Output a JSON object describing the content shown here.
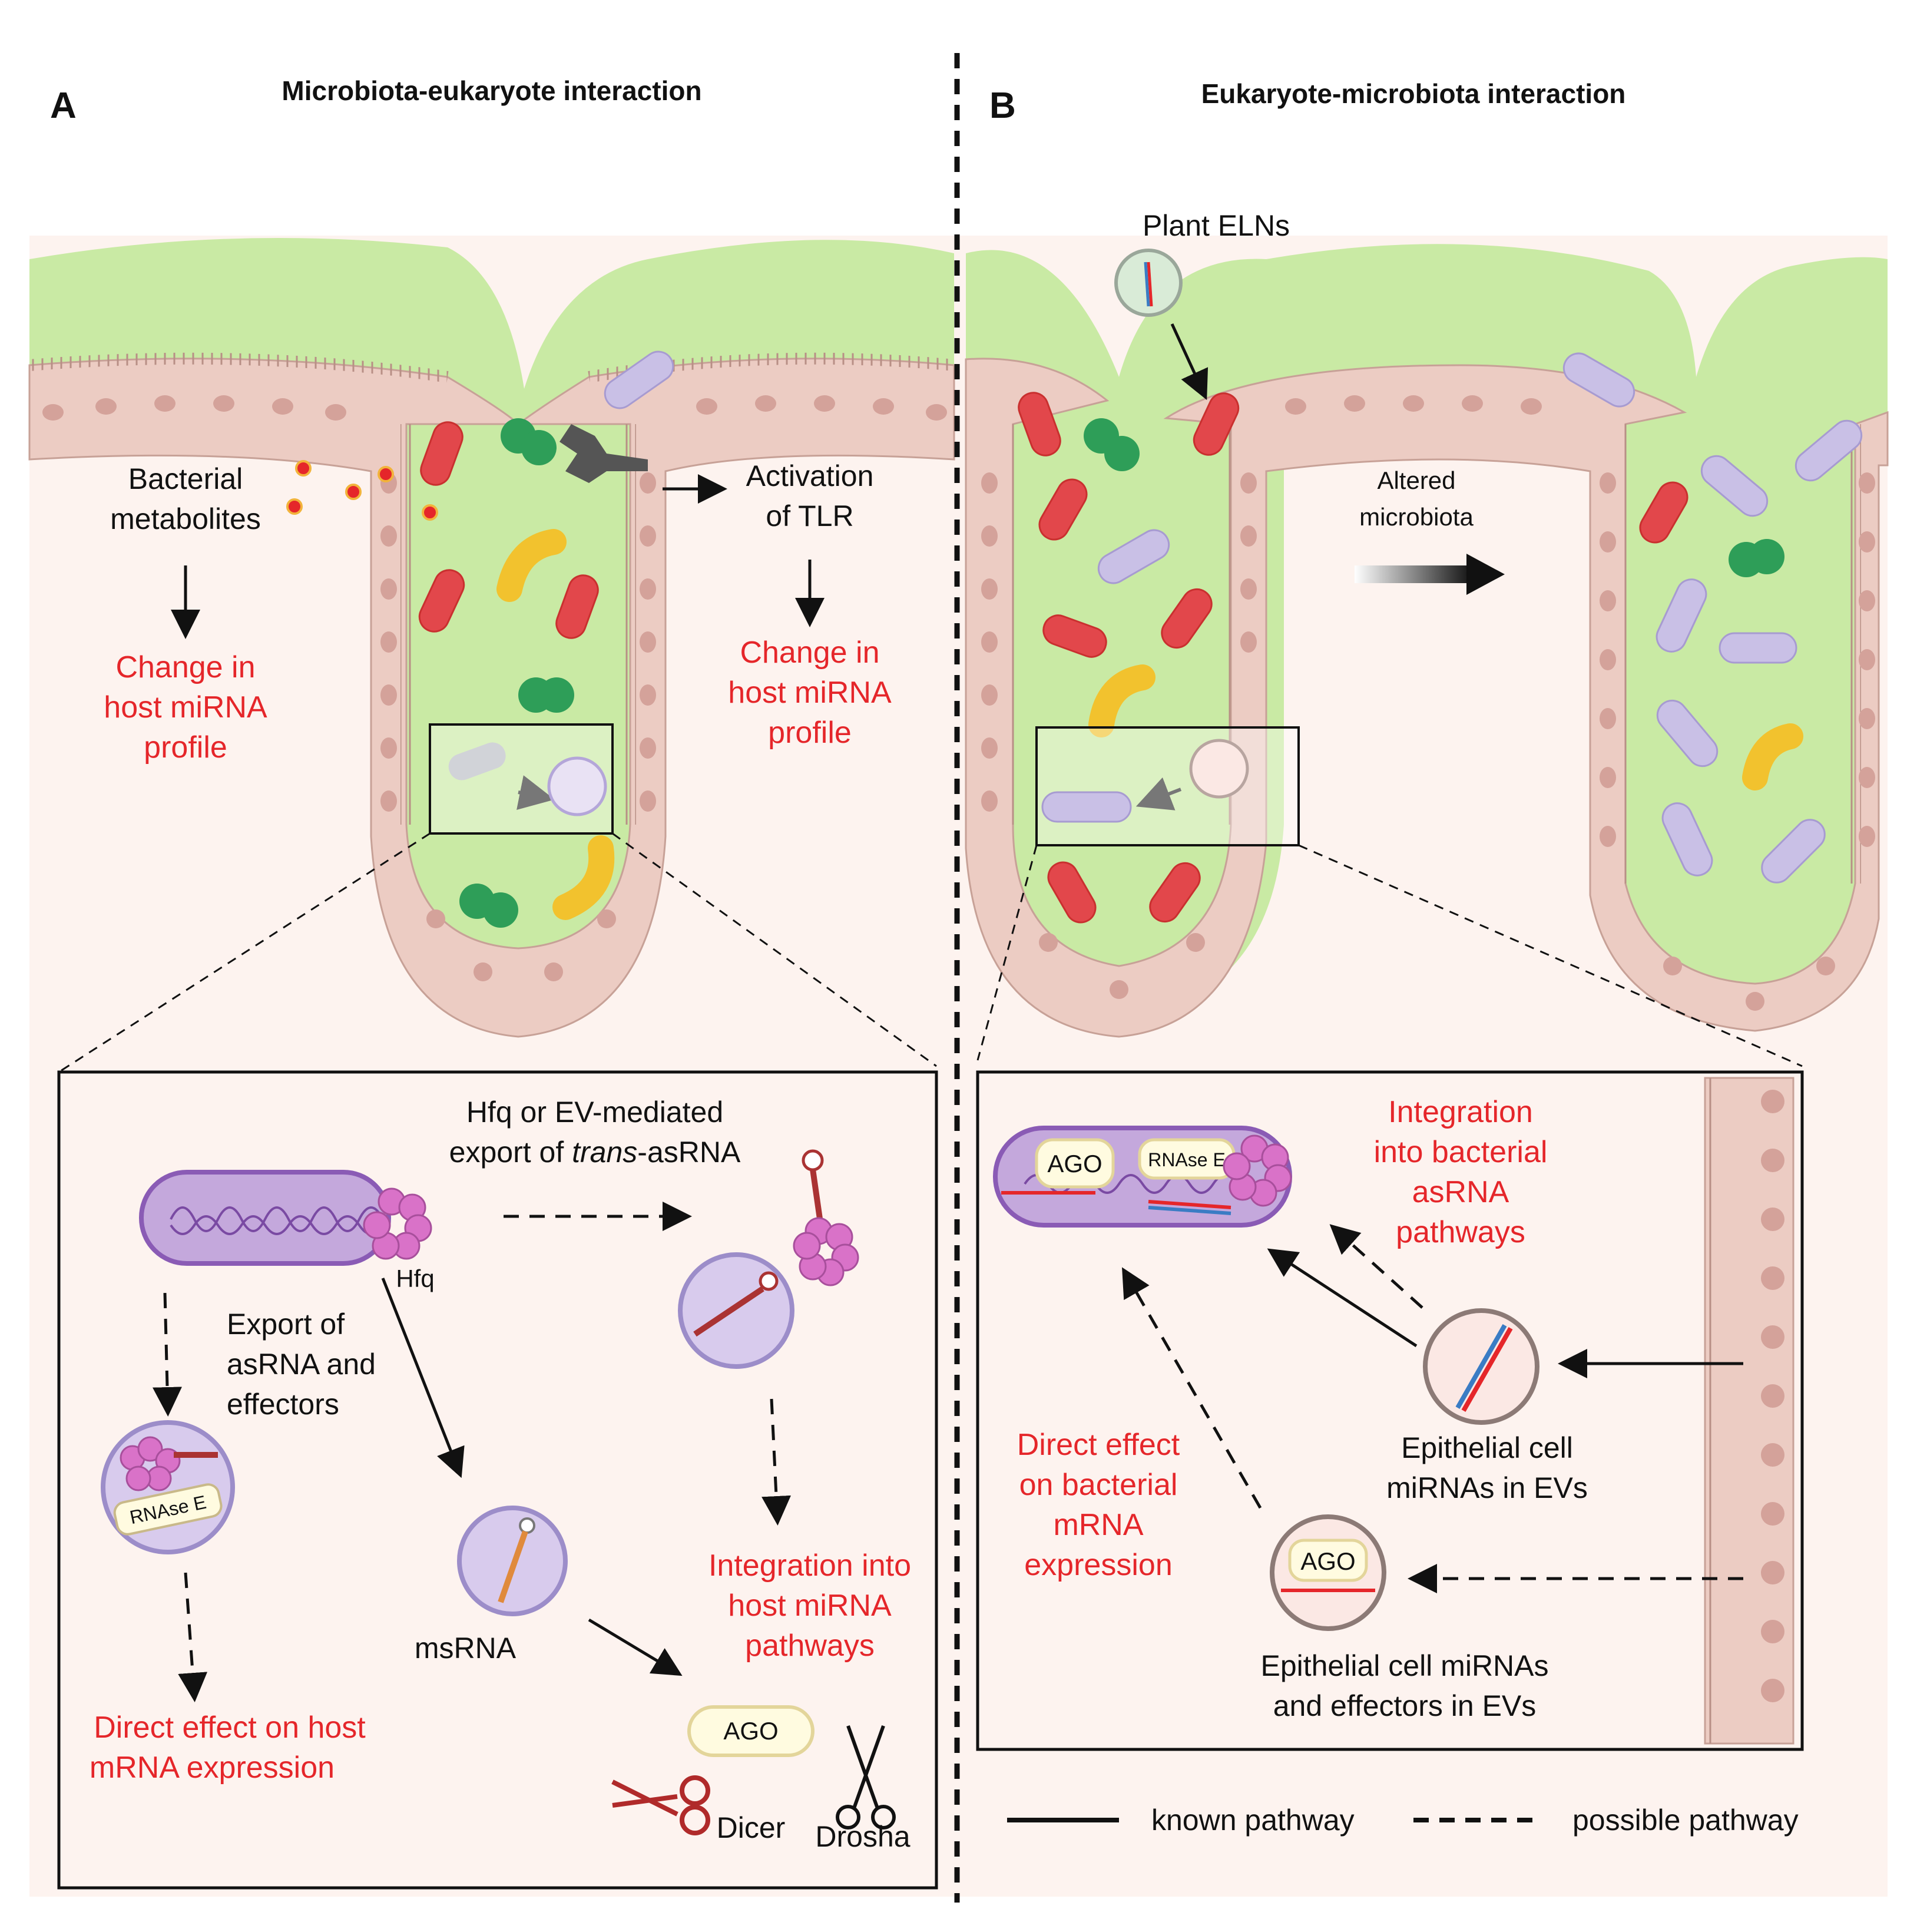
{
  "panel_a": {
    "letter": "A",
    "title": "Microbiota-eukaryote interaction",
    "metabolites": [
      "Bacterial",
      "metabolites"
    ],
    "metabolites_effect": [
      "Change in",
      "host miRNA",
      "profile"
    ],
    "tlr": [
      "Activation",
      "of TLR"
    ],
    "tlr_effect": [
      "Change in",
      "host miRNA",
      "profile"
    ],
    "inset": {
      "hfq_export": [
        "Hfq or EV-mediated"
      ],
      "hfq_export_line2_prefix": "export of ",
      "hfq_export_line2_italic": "trans",
      "hfq_export_line2_suffix": "-asRNA",
      "hfq_label": "Hfq",
      "export_asrna": [
        "Export of",
        "asRNA and",
        "effectors"
      ],
      "rnase_label": "RNAse E",
      "msrna_label": "msRNA",
      "integration": [
        "Integration into",
        "host miRNA",
        "pathways"
      ],
      "direct_effect": [
        "Direct effect on host",
        "mRNA expression"
      ],
      "ago_label": "AGO",
      "dicer_label": "Dicer",
      "drosha_label": "Drosha"
    }
  },
  "panel_b": {
    "letter": "B",
    "title": "Eukaryote-microbiota interaction",
    "plant_elns": "Plant ELNs",
    "altered": [
      "Altered",
      "microbiota"
    ],
    "inset": {
      "ago_label": "AGO",
      "rnase_label": "RNAse E",
      "integration": [
        "Integration",
        "into bacterial",
        "asRNA",
        "pathways"
      ],
      "direct_effect": [
        "Direct effect",
        "on bacterial",
        "mRNA",
        "expression"
      ],
      "ev_mirnas": [
        "Epithelial cell",
        "miRNAs in EVs"
      ],
      "ev_effectors": [
        "Epithelial cell miRNAs",
        "and effectors in EVs"
      ]
    }
  },
  "legend": {
    "known": "known pathway",
    "possible": "possible pathway"
  },
  "colors": {
    "lumen_green": "#c9eaa4",
    "epithelium": "#ecccc3",
    "nucleus": "#d4a29a",
    "background_tissue": "#fdf3ef",
    "red_bacterium": "#e2474b",
    "purple_bacterium": "#c9c0e6",
    "yellow_bacterium": "#f2c22e",
    "green_coccus": "#2e9e58",
    "annotation_red": "#e5262a",
    "hfq_pink": "#d972c8"
  }
}
